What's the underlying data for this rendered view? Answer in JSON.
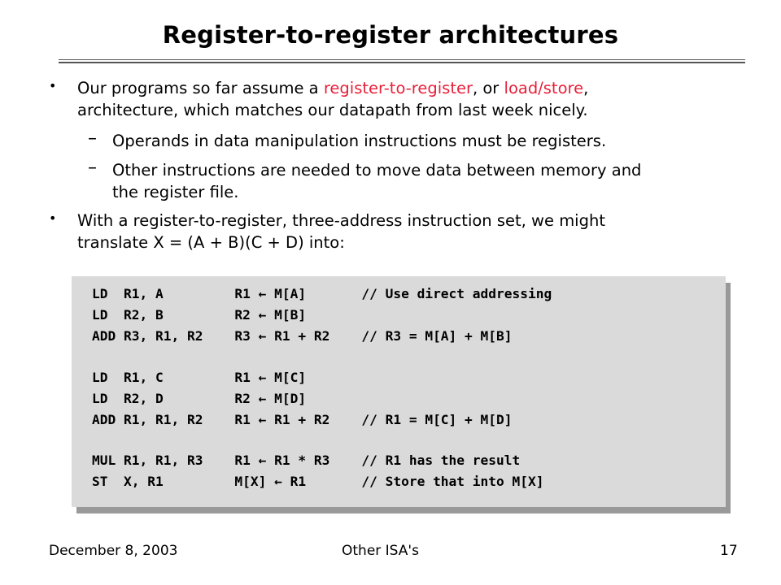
{
  "slide": {
    "title": "Register-to-register architectures",
    "bullet1": {
      "part1": "Our programs so far assume a ",
      "highlight1": "register-to-register",
      "part2": ", or ",
      "highlight2": "load/store",
      "part3": ",",
      "line2": "architecture, which matches our datapath from last week nicely."
    },
    "sub1": "Operands in data manipulation instructions must be registers.",
    "sub2": {
      "line1": "Other instructions are needed to move data between memory and",
      "line2": "the register file."
    },
    "bullet2": {
      "line1": "With a register-to-register, three-address instruction set, we might",
      "line2": "translate X = (A + B)(C + D) into:"
    },
    "code": [
      "LD  R1, A         R1 ← M[A]       // Use direct addressing",
      "LD  R2, B         R2 ← M[B]",
      "ADD R3, R1, R2    R3 ← R1 + R2    // R3 = M[A] + M[B]",
      "LD  R1, C         R1 ← M[C]",
      "LD  R2, D         R2 ← M[D]",
      "ADD R1, R1, R2    R1 ← R1 + R2    // R1 = M[C] + M[D]",
      "MUL R1, R1, R3    R1 ← R1 * R3    // R1 has the result",
      "ST  X, R1         M[X] ← R1       // Store that into M[X]"
    ],
    "footer": {
      "date": "December 8, 2003",
      "center": "Other ISA's",
      "page": "17"
    }
  },
  "colors": {
    "highlight": "#e8203a",
    "code_bg": "#dadada",
    "code_shadow": "#999999"
  }
}
